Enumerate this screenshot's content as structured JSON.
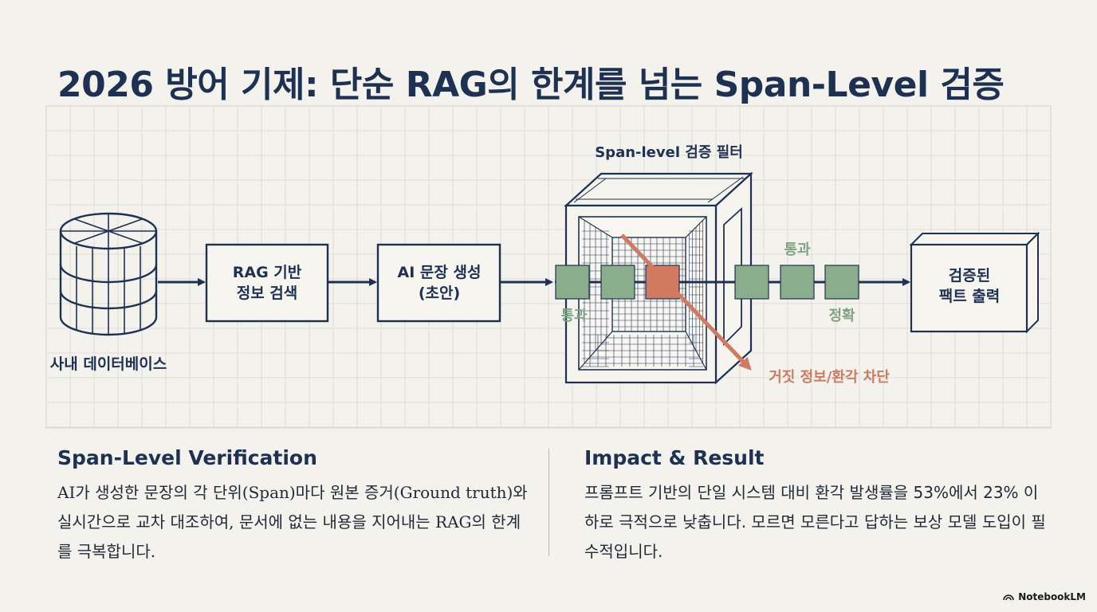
{
  "title": "2026 방어 기제: 단순 RAG의 한계를 넘는 Span-Level 검증",
  "diagram": {
    "database_label": "사내 데이터베이스",
    "retrieval_line1": "RAG 기반",
    "retrieval_line2": "정보 검색",
    "generation_line1": "AI 문장 생성",
    "generation_line2": "(초안)",
    "filter_label": "Span-level 검증 필터",
    "pass_label_top": "통과",
    "pass_label_left": "통과",
    "accurate_label": "정확",
    "blocked_label": "거짓 정보/환각 차단",
    "output_line1": "검증된",
    "output_line2": "팩트 출력",
    "colors": {
      "navy": "#1f3153",
      "pass_green": "#8aae8c",
      "pass_text": "#7fa483",
      "block_red": "#cf7a61",
      "grid": "#d3d2cb"
    }
  },
  "left_section": {
    "heading": "Span-Level Verification",
    "body": "AI가 생성한 문장의 각 단위(Span)마다 원본 증거(Ground truth)와 실시간으로 교차 대조하여, 문서에 없는 내용을 지어내는 RAG의 한계를 극복합니다."
  },
  "right_section": {
    "heading": "Impact & Result",
    "body": "프롬프트 기반의 단일 시스템 대비 환각 발생률을 53%에서 23% 이하로 극적으로 낮춥니다. 모르면 모른다고 답하는 보상 모델 도입이 필수적입니다."
  },
  "brand": {
    "label": "NotebookLM",
    "icon": "notebooklm-logo-icon"
  }
}
